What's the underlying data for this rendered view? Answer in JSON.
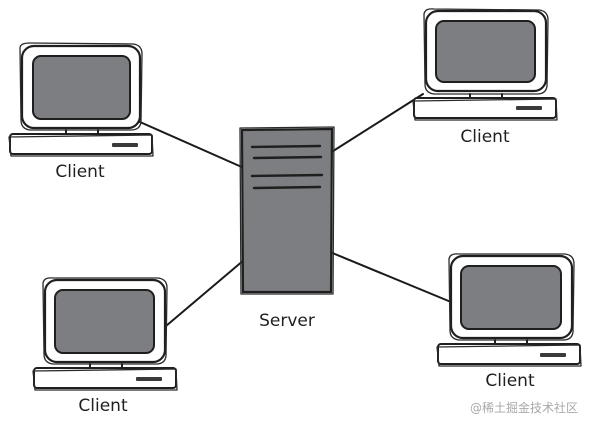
{
  "diagram": {
    "server": {
      "label": "Server",
      "icon": "server-tower-icon"
    },
    "clients": [
      {
        "label": "Client",
        "icon": "computer-monitor-icon"
      },
      {
        "label": "Client",
        "icon": "computer-monitor-icon"
      },
      {
        "label": "Client",
        "icon": "computer-monitor-icon"
      },
      {
        "label": "Client",
        "icon": "computer-monitor-icon"
      }
    ],
    "colors": {
      "screen": "#7d7e82",
      "tower": "#7d7e82",
      "ink": "#1f1f1f"
    }
  },
  "watermark": "@稀土掘金技术社区"
}
